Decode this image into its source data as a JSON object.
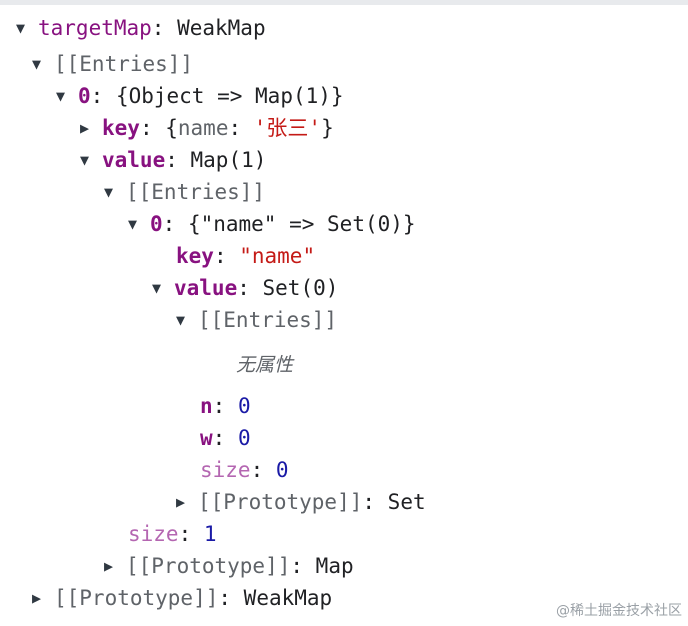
{
  "tree": {
    "root_key": "targetMap",
    "root_value": "WeakMap",
    "entries_label": "[[Entries]]",
    "entry0_key": "0",
    "entry0_value": "{Object => Map(1)}",
    "key_label": "key",
    "key_open": "{",
    "key_inner_name": "name",
    "key_inner_value": "'张三'",
    "key_close": "}",
    "value_label": "value",
    "value_map": "Map(1)",
    "map_entries_label": "[[Entries]]",
    "map_entry0_key": "0",
    "map_entry0_value": "{\"name\" => Set(0)}",
    "inner_key_label": "key",
    "inner_key_value": "\"name\"",
    "inner_value_label": "value",
    "inner_value_set": "Set(0)",
    "set_entries_label": "[[Entries]]",
    "no_properties": "无属性",
    "prop_n_key": "n",
    "prop_n_value": "0",
    "prop_w_key": "w",
    "prop_w_value": "0",
    "prop_size_key": "size",
    "prop_size_value": "0",
    "set_proto_label": "[[Prototype]]",
    "set_proto_value": "Set",
    "map_size_key": "size",
    "map_size_value": "1",
    "map_proto_label": "[[Prototype]]",
    "map_proto_value": "Map",
    "weak_proto_label": "[[Prototype]]",
    "weak_proto_value": "WeakMap"
  },
  "icons": {
    "expanded": "▼",
    "collapsed": "▶"
  },
  "watermark": "@稀土掘金技术社区"
}
